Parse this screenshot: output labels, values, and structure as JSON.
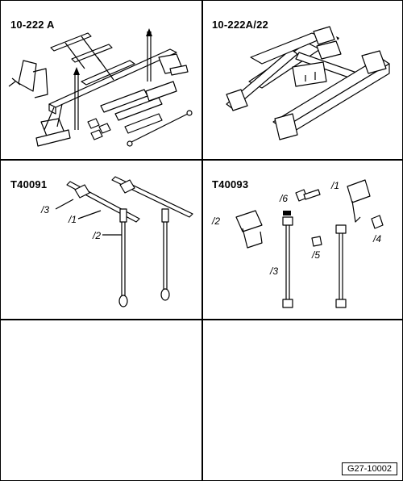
{
  "cells": [
    {
      "title": "10-222 A"
    },
    {
      "title": "10-222A/22"
    },
    {
      "title": "T40091",
      "labels": [
        "/3",
        "/1",
        "/2"
      ]
    },
    {
      "title": "T40093",
      "labels": [
        "/6",
        "/1",
        "/2",
        "/4",
        "/5",
        "/3"
      ]
    }
  ],
  "footer": {
    "code": "G27-10002"
  }
}
